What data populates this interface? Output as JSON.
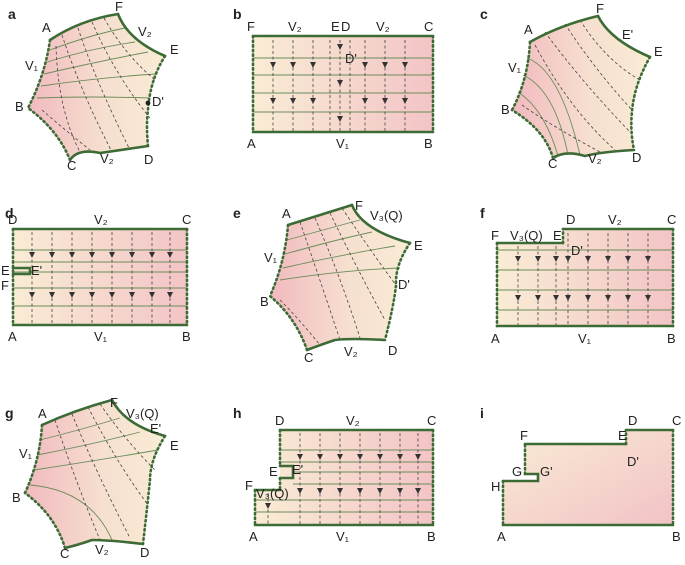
{
  "colors": {
    "fill_light": "#f9ecd5",
    "fill_pink": "#f1b9bf",
    "edge": "#3d6b35",
    "line": "#6a8d5a",
    "dash": "#444444"
  },
  "panels": [
    {
      "id": "a",
      "label": "a",
      "vertices": [
        "A",
        "F",
        "E",
        "D'",
        "D",
        "C",
        "B"
      ],
      "edges": [
        "V₁",
        "V₂",
        "V₂"
      ]
    },
    {
      "id": "b",
      "label": "b",
      "vertices": [
        "F",
        "E",
        "D",
        "C",
        "D'",
        "A",
        "B"
      ],
      "edges": [
        "V₂",
        "V₂",
        "V₁"
      ]
    },
    {
      "id": "c",
      "label": "c",
      "vertices": [
        "A",
        "F",
        "E'",
        "E",
        "D",
        "C",
        "B"
      ],
      "edges": [
        "V₁",
        "V₂"
      ]
    },
    {
      "id": "d",
      "label": "d",
      "vertices": [
        "D",
        "C",
        "E",
        "E'",
        "F",
        "A",
        "B"
      ],
      "edges": [
        "V₂",
        "V₁"
      ]
    },
    {
      "id": "e",
      "label": "e",
      "vertices": [
        "A",
        "F",
        "E",
        "D'",
        "D",
        "C",
        "B"
      ],
      "edges": [
        "V₁",
        "V₃(Q)",
        "V₂"
      ]
    },
    {
      "id": "f",
      "label": "f",
      "vertices": [
        "F",
        "E",
        "D",
        "C",
        "D'",
        "A",
        "B"
      ],
      "edges": [
        "V₃(Q)",
        "V₂",
        "V₁"
      ]
    },
    {
      "id": "g",
      "label": "g",
      "vertices": [
        "A",
        "F",
        "E'",
        "E",
        "D",
        "C",
        "B"
      ],
      "edges": [
        "V₁",
        "V₃(Q)",
        "V₂"
      ]
    },
    {
      "id": "h",
      "label": "h",
      "vertices": [
        "D",
        "C",
        "E",
        "E'",
        "F",
        "A",
        "B"
      ],
      "edges": [
        "V₂",
        "V₃(Q)",
        "V₁"
      ]
    },
    {
      "id": "i",
      "label": "i",
      "vertices": [
        "F",
        "D",
        "C",
        "E",
        "D'",
        "G",
        "G'",
        "H",
        "A",
        "B"
      ],
      "edges": []
    }
  ]
}
